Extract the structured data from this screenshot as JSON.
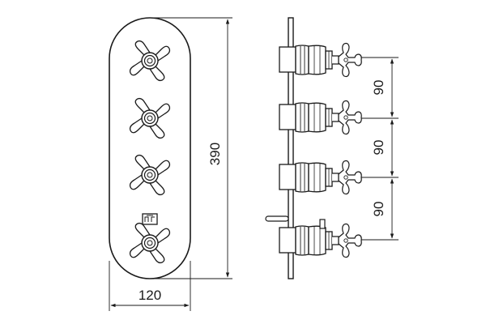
{
  "drawing": {
    "line_color": "#1a1a1a",
    "background": "#ffffff",
    "dimensions": {
      "width": "120",
      "height": "390",
      "spacing_1": "90",
      "spacing_2": "90",
      "spacing_3": "90"
    },
    "front_view": {
      "handle_count": 4,
      "diverter_icon": "diverter-symbol-icon"
    },
    "side_view": {
      "cartridge_count": 4,
      "lever_icon": "diverter-lever-icon"
    }
  }
}
